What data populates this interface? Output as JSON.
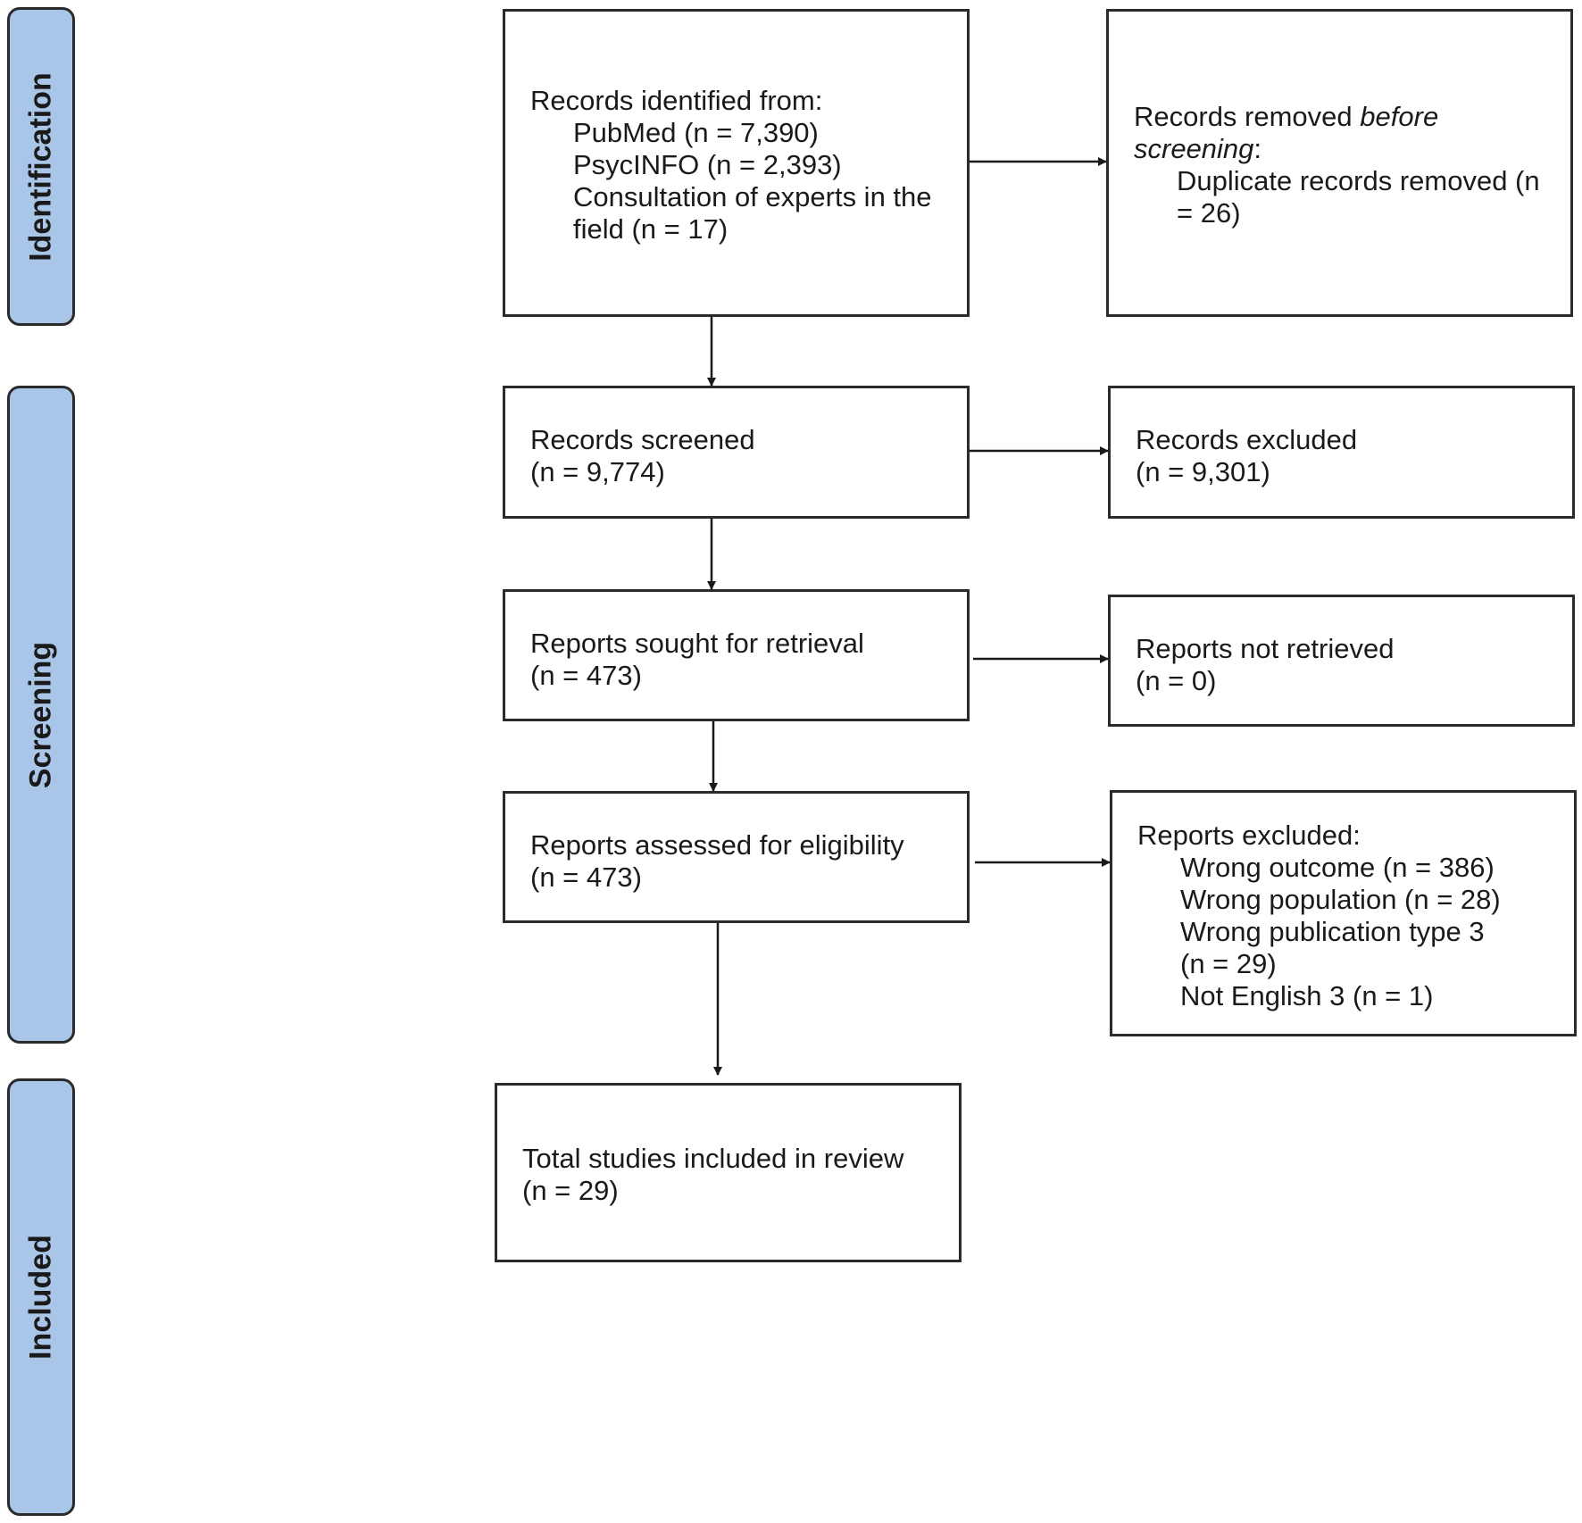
{
  "phases": {
    "identification": "Identification",
    "screening": "Screening",
    "included": "Included"
  },
  "boxes": {
    "identified": {
      "heading": "Records identified from:",
      "sources": [
        "PubMed (n = 7,390)",
        "PsycINFO (n = 2,393)",
        "Consultation of experts in the",
        "field (n = 17)"
      ]
    },
    "removed": {
      "heading_prefix": "Records removed ",
      "heading_italic_1": "before",
      "heading_italic_2": "screening",
      "heading_suffix": ":",
      "items": [
        "Duplicate records removed (n",
        "= 26)"
      ]
    },
    "screened": {
      "title": "Records screened",
      "count": "(n = 9,774)"
    },
    "excluded": {
      "title": "Records excluded",
      "count": "(n = 9,301)"
    },
    "sought": {
      "title": "Reports sought for retrieval",
      "count": "(n = 473)"
    },
    "not_retrieved": {
      "title": "Reports not retrieved",
      "count": "(n = 0)"
    },
    "assessed": {
      "title": "Reports assessed for eligibility",
      "count": "(n = 473)"
    },
    "reports_excluded": {
      "heading": "Reports excluded:",
      "items": [
        "Wrong outcome (n = 386)",
        "Wrong population (n = 28)",
        "Wrong publication type 3",
        "(n = 29)",
        "Not English 3 (n = 1)"
      ]
    },
    "included": {
      "title": "Total studies included in review",
      "count": "(n = 29)"
    }
  },
  "colors": {
    "phase_fill": "#a9c6e8",
    "stroke": "#2b2b2b"
  }
}
